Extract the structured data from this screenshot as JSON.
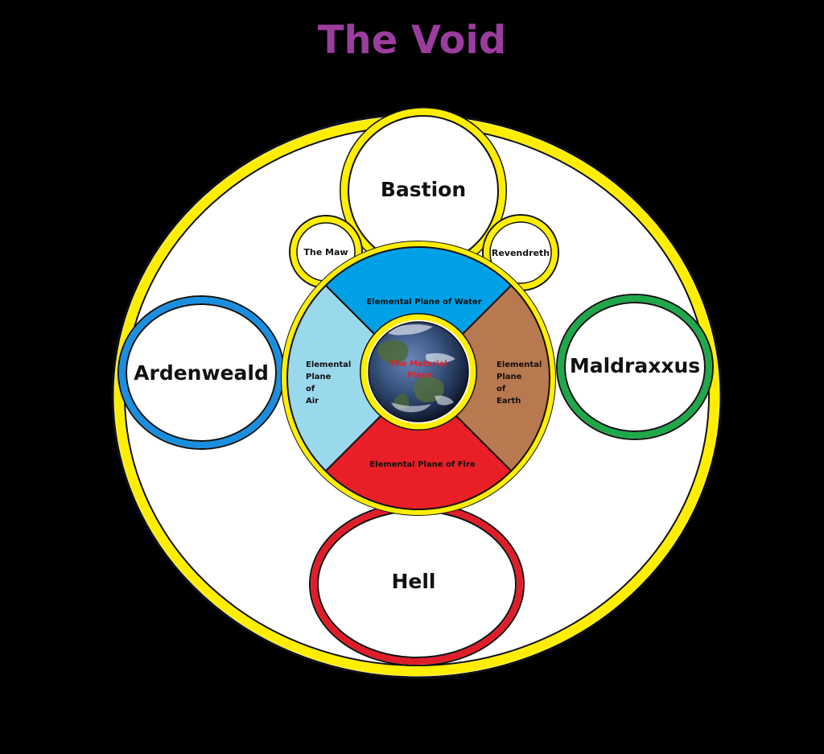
{
  "title": "The Void",
  "realms": {
    "bastion": "Bastion",
    "the_maw": "The Maw",
    "revendreth": "Revendreth",
    "ardenweald": "Ardenweald",
    "maldraxxus": "Maldraxxus",
    "hell": "Hell"
  },
  "elemental_planes": {
    "water": "Elemental Plane of Water",
    "fire": "Elemental Plane of Fire",
    "air": [
      "Elemental",
      "Plane",
      "of",
      "Air"
    ],
    "earth": [
      "Elemental",
      "Plane",
      "of",
      "Earth"
    ]
  },
  "center": {
    "lines": [
      "The Material",
      "Plane"
    ]
  },
  "colors": {
    "background": "#000000",
    "title": "#9b3d9e",
    "outer_ring": "#ffee00",
    "realm_ring_yellow": "#ffee00",
    "ardenweald_ring": "#1a8fe0",
    "maldraxxus_ring": "#1ea84a",
    "hell_ring": "#e01e2a",
    "water": "#00a0e6",
    "air": "#9ad8ec",
    "earth": "#b87850",
    "fire": "#e81f26",
    "center_text": "#e0202a",
    "label": "#111111"
  },
  "icons": {
    "center": "earth-globe-icon"
  }
}
